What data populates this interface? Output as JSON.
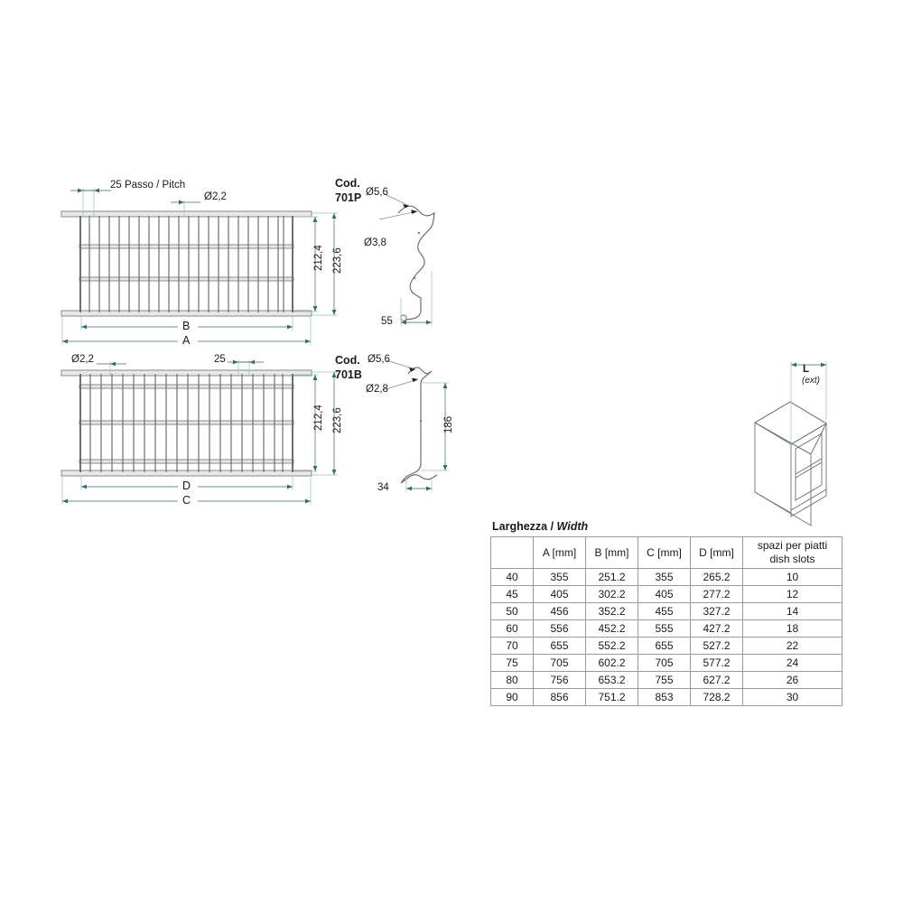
{
  "document": {
    "type": "technical-drawing",
    "subject": "dish rack wire grid drawing with dimension table"
  },
  "top_view": {
    "code_label_line1": "Cod.",
    "code_label_line2": "701P",
    "pitch_label": "25 Passo / ",
    "pitch_label_italic": "Pitch",
    "diameter_wire": "Ø2,2",
    "height_inner": "212,4",
    "height_outer": "223,6",
    "width_inner": "B",
    "width_outer": "A"
  },
  "bottom_view": {
    "code_label_line1": "Cod.",
    "code_label_line2": "701B",
    "diameter_wire": "Ø2,2",
    "pitch_label": "25",
    "height_inner": "212,4",
    "height_outer": "223,6",
    "width_inner": "D",
    "width_outer": "C"
  },
  "profile_701p": {
    "diameter_top": "Ø5,6",
    "diameter_second": "Ø3,8",
    "depth": "55"
  },
  "profile_701b": {
    "diameter_top": "Ø5,6",
    "diameter_second": "Ø2,8",
    "height": "186",
    "depth": "34"
  },
  "isometric": {
    "dimension_label": "L",
    "dimension_sub": "(ext)"
  },
  "table": {
    "caption_plain": "Larghezza / ",
    "caption_italic": "Width",
    "headers": [
      "",
      "A [mm]",
      "B [mm]",
      "C [mm]",
      "D [mm]"
    ],
    "header_slots_line1": "spazi per piatti",
    "header_slots_line2": "dish slots",
    "rows": [
      {
        "size": "40",
        "a": "355",
        "b": "251.2",
        "c": "355",
        "d": "265.2",
        "slots": "10"
      },
      {
        "size": "45",
        "a": "405",
        "b": "302.2",
        "c": "405",
        "d": "277.2",
        "slots": "12"
      },
      {
        "size": "50",
        "a": "456",
        "b": "352.2",
        "c": "455",
        "d": "327.2",
        "slots": "14"
      },
      {
        "size": "60",
        "a": "556",
        "b": "452.2",
        "c": "555",
        "d": "427.2",
        "slots": "18"
      },
      {
        "size": "70",
        "a": "655",
        "b": "552.2",
        "c": "655",
        "d": "527.2",
        "slots": "22"
      },
      {
        "size": "75",
        "a": "705",
        "b": "602.2",
        "c": "705",
        "d": "577.2",
        "slots": "24"
      },
      {
        "size": "80",
        "a": "756",
        "b": "653.2",
        "c": "755",
        "d": "627.2",
        "slots": "26"
      },
      {
        "size": "90",
        "a": "856",
        "b": "751.2",
        "c": "853",
        "d": "728.2",
        "slots": "30"
      }
    ]
  },
  "colors": {
    "background": "#ffffff",
    "wire_gray": "#6e6e6e",
    "dimension_teal": "#2f6f6a",
    "extension_teal": "#8fc4c0",
    "table_border": "#9a9a9a",
    "text": "#1a1a1a"
  }
}
